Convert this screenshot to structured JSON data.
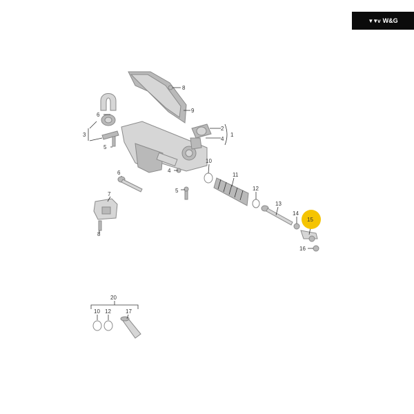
{
  "brand": {
    "text": "W&G",
    "mark": "▼▼v"
  },
  "callouts": {
    "c1": "1",
    "c2": "2",
    "c3": "3",
    "c4a": "4",
    "c4b": "4",
    "c5a": "5",
    "c5b": "5",
    "c6a": "6",
    "c6b": "6",
    "c7": "7",
    "c8": "8",
    "c9": "9",
    "c10": "10",
    "c11": "11",
    "c12": "12",
    "c13": "13",
    "c14": "14",
    "c15": "15",
    "c16": "16",
    "c20": "20",
    "k10": "10",
    "k12": "12",
    "k17": "17"
  },
  "highlight_color": "#f5c400"
}
